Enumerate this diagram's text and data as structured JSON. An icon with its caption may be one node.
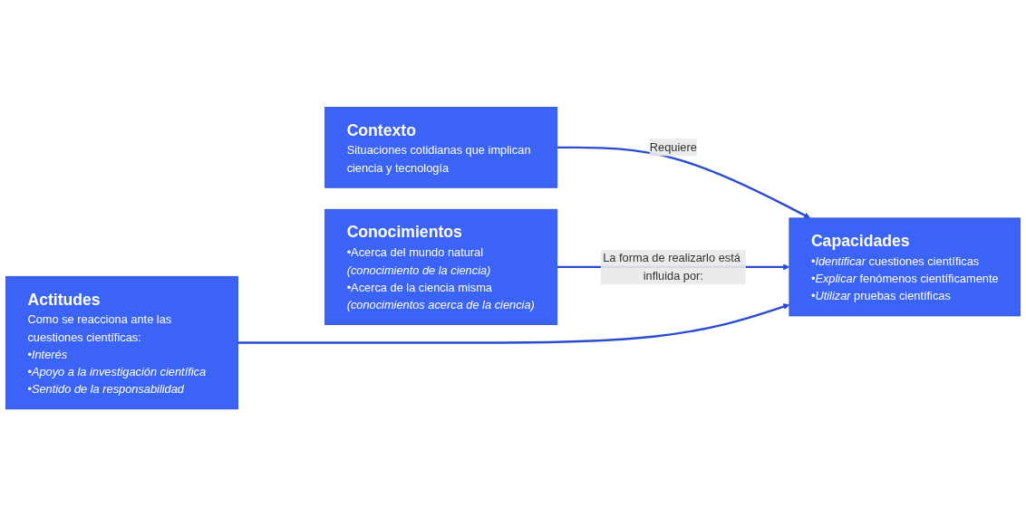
{
  "diagram": {
    "nodes": [
      {
        "text": [
          "Contexto",
          "Situaciones cotidianas que implican ciencia y tecnología"
        ]
      },
      {
        "text": [
          "Capacidades",
          "•*Identificar* cuestiones científicas",
          "•*Explicar* fenómenos científicamente",
          "•*Utilizar* pruebas científicas"
        ]
      },
      {
        "text": [
          "Conocimientos",
          "•Acerca del mundo natural *(conocimiento de la ciencia)*",
          "•Acerca de la ciencia misma *(conocimientos acerca de la ciencia)*"
        ]
      },
      {
        "text": [
          "Actitudes",
          "Como se reacciona ante las cuestiones científicas:",
          "•*Interés*",
          "•*Apoyo a la investigación científica*",
          "•*Sentido de la responsabilidad*"
        ]
      }
    ],
    "edges": [
      {
        "from": 0,
        "to": 1,
        "arrow": "to",
        "label": "Requiere"
      },
      {
        "from": 2,
        "to": 1,
        "arrow": "to",
        "label": "La forma de realizarlo está influida por:"
      },
      {
        "from": 3,
        "to": 1,
        "arrow": "to"
      }
    ]
  }
}
